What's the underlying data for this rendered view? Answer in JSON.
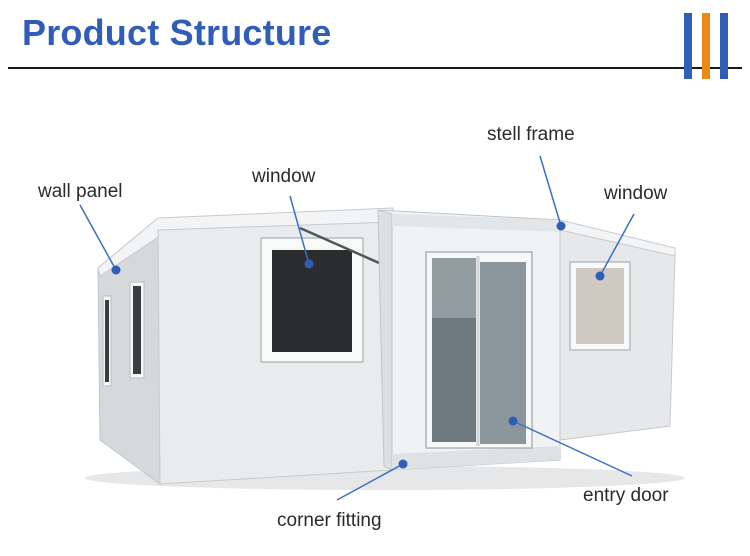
{
  "header": {
    "title": "Product Structure",
    "title_color": "#2f5db7",
    "accent_bars": [
      "#2f5db7",
      "#e98a17",
      "#2f5db7"
    ]
  },
  "callouts": [
    {
      "id": "wall-panel",
      "text": "wall panel"
    },
    {
      "id": "window-left",
      "text": "window"
    },
    {
      "id": "stell-frame",
      "text": "stell frame"
    },
    {
      "id": "window-right",
      "text": "window"
    },
    {
      "id": "entry-door",
      "text": "entry door"
    },
    {
      "id": "corner-fitting",
      "text": "corner fitting"
    }
  ],
  "colors": {
    "pointer_line": "#3a6fc4",
    "pointer_dot": "#2f5db7",
    "panel_light": "#eceeef",
    "panel_shade": "#d9dcde",
    "window_dark": "#2a2c2e"
  }
}
